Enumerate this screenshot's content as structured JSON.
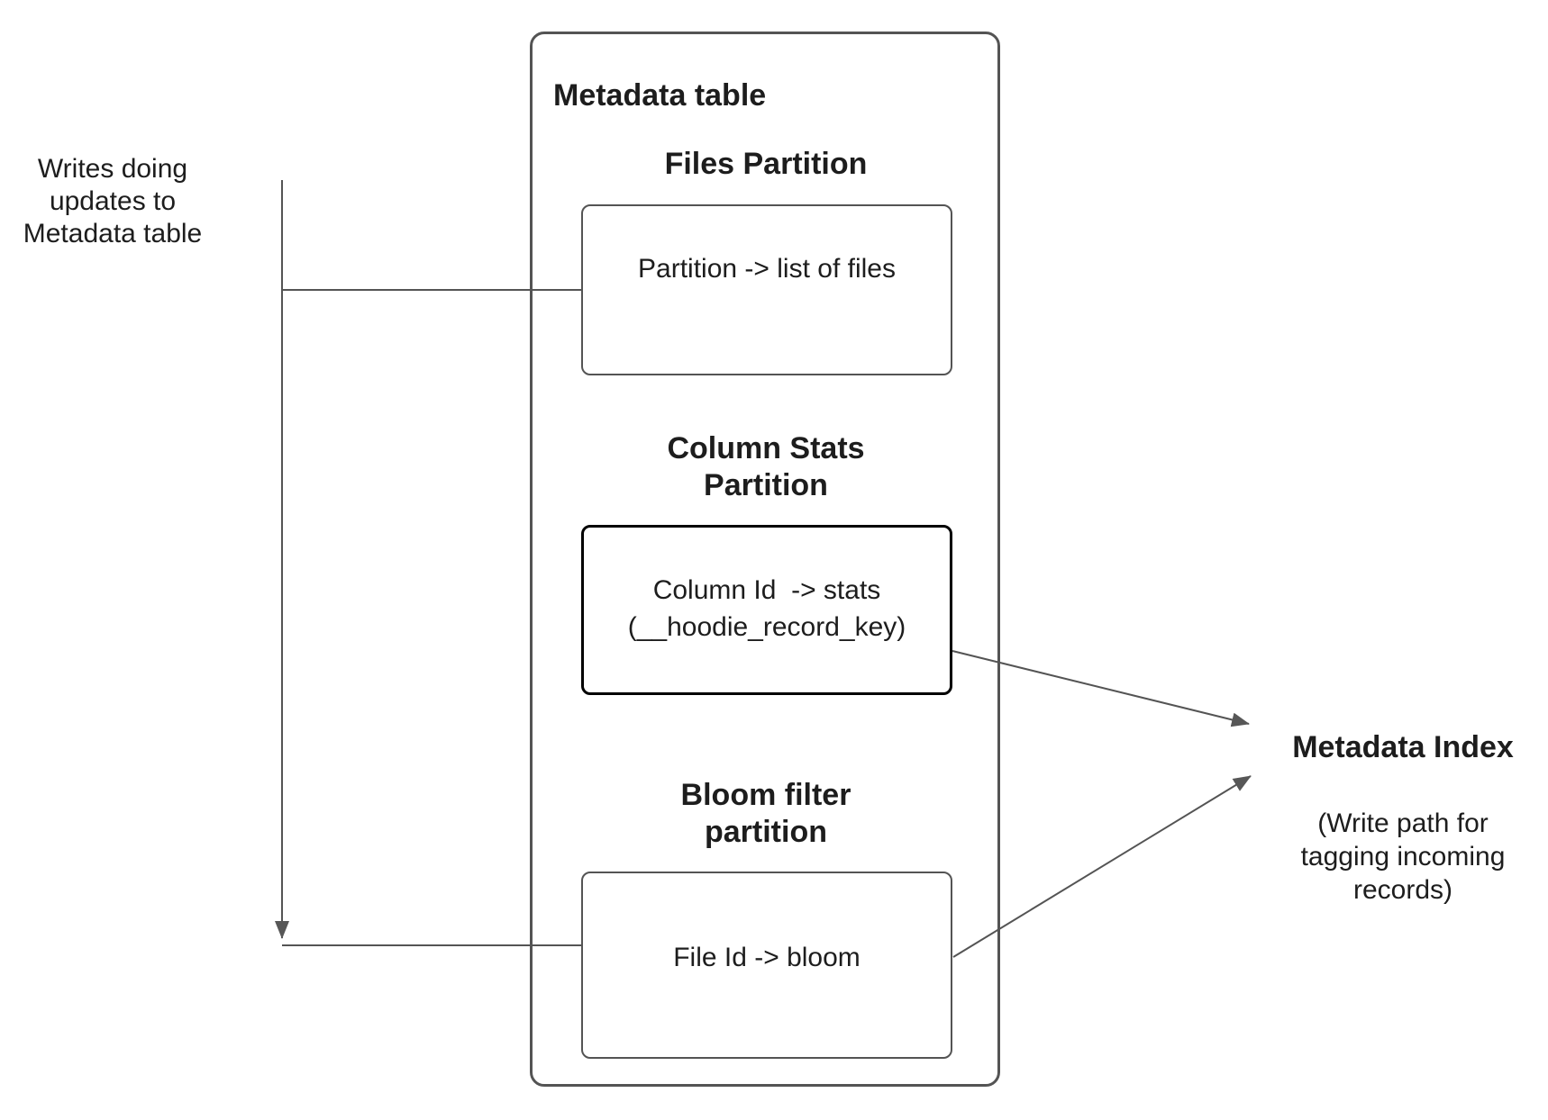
{
  "left_note": {
    "text": "Writes doing updates to Metadata table"
  },
  "metadata_table": {
    "title": "Metadata table",
    "partitions": [
      {
        "heading_lines": [
          "Files Partition"
        ],
        "body_lines": [
          "Partition -> list of files"
        ]
      },
      {
        "heading_lines": [
          "Column Stats",
          "Partition"
        ],
        "body_lines": [
          "Column Id  -> stats",
          "(__hoodie_record_key)"
        ]
      },
      {
        "heading_lines": [
          "Bloom filter",
          "partition"
        ],
        "body_lines": [
          "File Id -> bloom"
        ]
      }
    ]
  },
  "metadata_index": {
    "title": "Metadata Index",
    "subtitle": "(Write path for tagging incoming records)"
  },
  "colors": {
    "line_stroke": "#545454",
    "arrowhead_fill": "#575757",
    "emphasis_border": "#000000",
    "box_border": "#545454",
    "text": "#1d1d1d",
    "background": "#ffffff"
  }
}
